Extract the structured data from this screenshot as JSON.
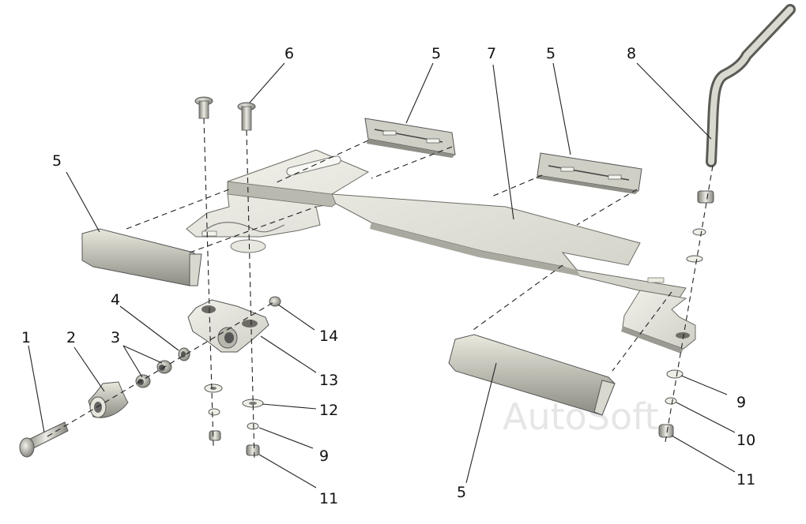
{
  "diagram": {
    "watermark": "AutoSoft",
    "callouts": {
      "c1": "1",
      "c2": "2",
      "c3": "3",
      "c4": "4",
      "c5a": "5",
      "c5b": "5",
      "c5c": "5",
      "c5d": "5",
      "c6": "6",
      "c7": "7",
      "c8": "8",
      "c9a": "9",
      "c9b": "9",
      "c10": "10",
      "c11a": "11",
      "c11b": "11",
      "c12": "12",
      "c13": "13",
      "c14": "14"
    }
  }
}
